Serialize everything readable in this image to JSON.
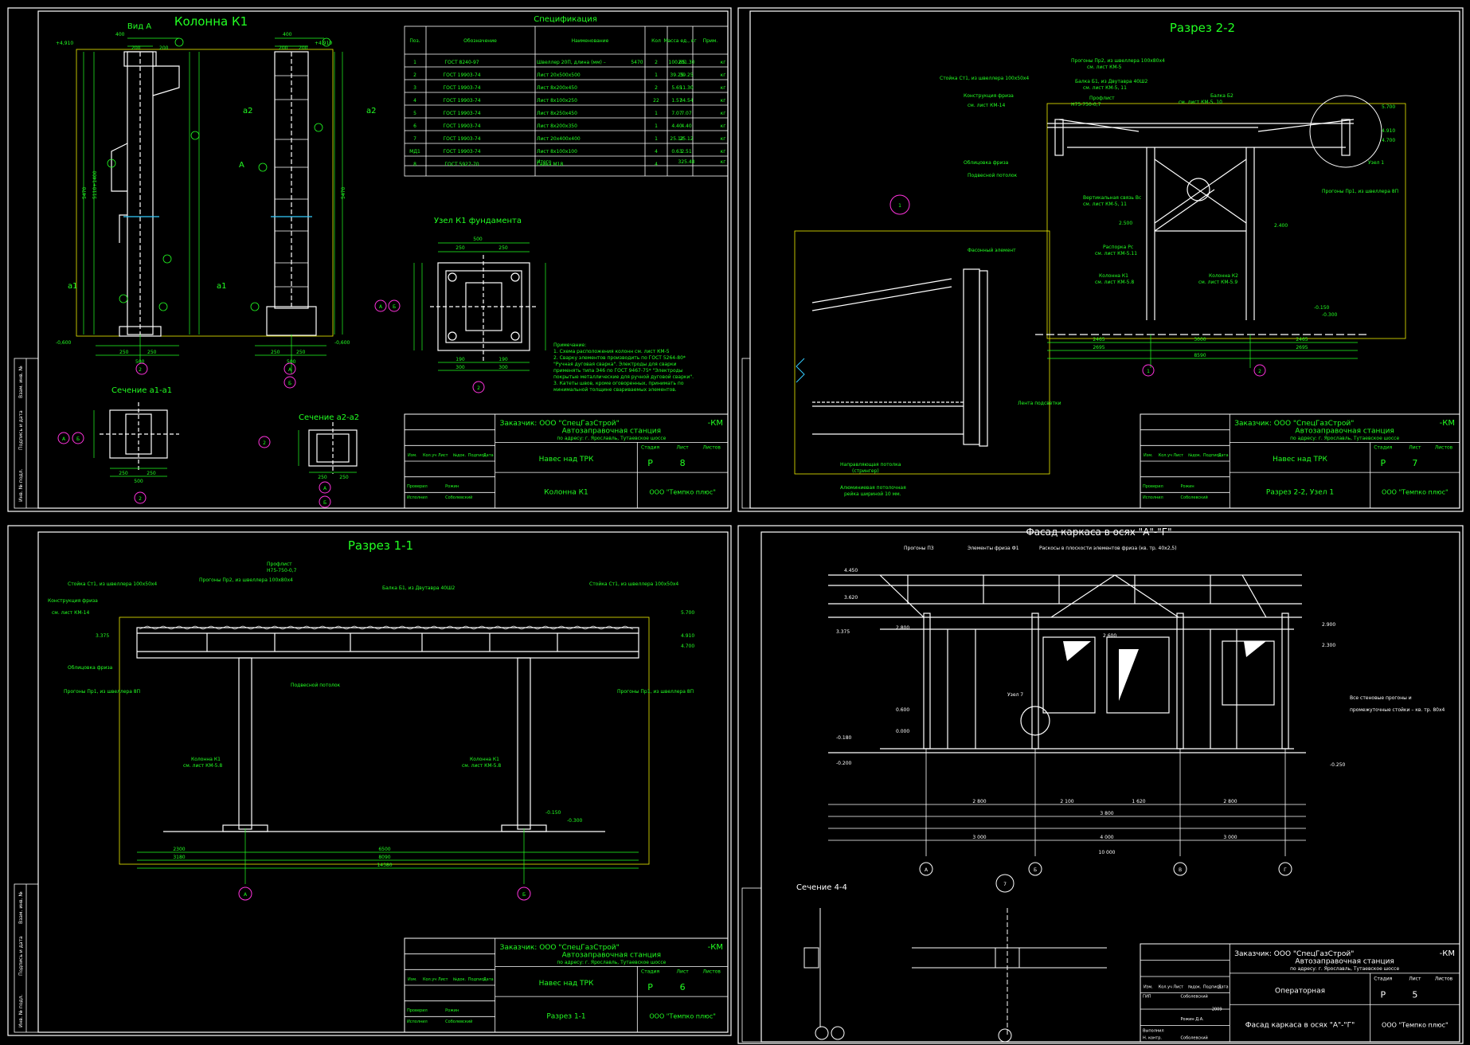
{
  "sheets": [
    {
      "title": "Колонна К1",
      "views": [
        "Вид А",
        "Сечение а1-а1",
        "Сечение а2-а2",
        "Узел К1 фундамента"
      ],
      "spec": {
        "title": "Спецификация",
        "headers": [
          "Поз.",
          "Обозначение",
          "Наименование",
          "Кол",
          "Масса ед., кг",
          "Прим."
        ],
        "rows": [
          [
            "1",
            "ГОСТ 8240-97",
            "Швеллер 20П, длина (мм) –",
            "5470",
            "2",
            "100.65",
            "201.30",
            "кг"
          ],
          [
            "2",
            "ГОСТ 19903-74",
            "Лист 20х500х500",
            "",
            "1",
            "39.25",
            "39.25",
            "кг"
          ],
          [
            "3",
            "ГОСТ 19903-74",
            "Лист 8х200х450",
            "",
            "2",
            "5.65",
            "11.30",
            "кг"
          ],
          [
            "4",
            "ГОСТ 19903-74",
            "Лист 8х100х250",
            "",
            "22",
            "1.57",
            "34.54",
            "кг"
          ],
          [
            "5",
            "ГОСТ 19903-74",
            "Лист 8х250х450",
            "",
            "1",
            "7.07",
            "7.07",
            "кг"
          ],
          [
            "6",
            "ГОСТ 19903-74",
            "Лист 8х200х350",
            "",
            "1",
            "4.40",
            "4.40",
            "кг"
          ],
          [
            "7",
            "ГОСТ 19903-74",
            "Лист 20х400х400",
            "",
            "1",
            "25.12",
            "25.12",
            "кг"
          ],
          [
            "МД1",
            "ГОСТ 19903-74",
            "Лист 8х100х100",
            "",
            "4",
            "0.63",
            "2.51",
            "кг"
          ],
          [
            "8",
            "ГОСТ 5927-70",
            "Гайка М18",
            "",
            "4",
            "",
            "",
            ""
          ],
          [
            "",
            "",
            "Итого",
            "",
            "",
            "",
            "325.48",
            "кг"
          ]
        ]
      },
      "notes": [
        "Примечание:",
        "1. Схема расположения колонн см. лист КМ-5",
        "2. Сварку элементов производить по ГОСТ 5264-80*",
        "\"Ручная дуговая сварка\". Электроды для сварки",
        "применять типа Э46 по ГОСТ 9467-75* \"Электроды",
        "покрытые металлические для ручной дуговой сварки\".",
        "3. Катеты швов, кроме оговоренных, принимать по",
        "минимальной толщине свариваемых элементов."
      ],
      "stamp": {
        "customer": "Заказчик: ООО \"СпецГазСтрой\"",
        "code": "-КМ",
        "project": "Автозаправочная станция",
        "address": "по адресу: г. Ярославль, Тутаевское шоссе",
        "object": "Навес над ТРК",
        "sheet_name": "Колонна К1",
        "stage": "Р",
        "sheet": "8",
        "org": "ООО \"Темпко плюс\"",
        "checked": "Проверил",
        "checker": "Рожин",
        "executor": "Исполнил",
        "executor_name": "Соболевский"
      }
    },
    {
      "title": "Разрез 2-2",
      "labels": [
        "Прогоны Пр2, из швеллера 100х80х4",
        "см. лист КМ-5",
        "Стойка Ст1, из швеллера 100х50х4",
        "Конструкция фриза",
        "см. лист КМ-14",
        "Балка Б1, из Двутавра 40Ш2",
        "см. лист КМ-5, 11",
        "Профлист",
        "Н75-750-0,7",
        "Балка Б2",
        "см. лист КМ-5, 10",
        "Облицовка фриза",
        "Подвесной потолок",
        "Вертикальная связь Вс",
        "см. лист КМ-5, 11",
        "Распорка Рс",
        "см. лист КМ-5.11",
        "Колонна К1",
        "см. лист КМ-5.8",
        "Колонна К2",
        "см. лист КМ-5.9",
        "Прогоны Пр1, из швеллера 8П",
        "Узел 1",
        "Фасонный элемент",
        "Лента подсветки",
        "Направляющая потолка",
        "(стрингер)",
        "Алюминиевая потолочная",
        "рейка шириной 10 мм."
      ],
      "dims": [
        "2465",
        "3000",
        "2465",
        "2695",
        "2695",
        "8590",
        "5.700",
        "4.910",
        "4.700",
        "-0.150",
        "-0.300",
        "2.500",
        "2.400"
      ],
      "stamp": {
        "customer": "Заказчик: ООО \"СпецГазСтрой\"",
        "code": "-КМ",
        "project": "Автозаправочная станция",
        "address": "по адресу: г. Ярославль, Тутаевское шоссе",
        "object": "Навес над ТРК",
        "sheet_name": "Разрез 2-2, Узел 1",
        "stage": "Р",
        "sheet": "7",
        "org": "ООО \"Темпко плюс\"",
        "checked": "Проверил",
        "checker": "Рожин",
        "executor": "Исполнил",
        "executor_name": "Соболевский"
      }
    },
    {
      "title": "Разрез 1-1",
      "dims": [
        "2300",
        "3180",
        "6500",
        "8090",
        "14380",
        "5.700",
        "4.910",
        "4.700",
        "3.375",
        "-0.150",
        "-0.300"
      ],
      "stamp": {
        "customer": "Заказчик: ООО \"СпецГазСтрой\"",
        "code": "-КМ",
        "project": "Автозаправочная станция",
        "address": "по адресу: г. Ярославль, Тутаевское шоссе",
        "object": "Навес над ТРК",
        "sheet_name": "Разрез 1-1",
        "stage": "Р",
        "sheet": "6",
        "org": "ООО \"Темпко плюс\"",
        "checked": "Проверил",
        "checker": "Рожин",
        "executor": "Исполнил",
        "executor_name": "Соболевский"
      }
    },
    {
      "title": "Фасад каркаса в осях \"А\"-\"Г\"",
      "labels": [
        "Прогоны П3",
        "Элементы фриза Ф1",
        "Раскосы в плоскости элементов фриза (кв. тр. 40х2,5)",
        "Узел 7",
        "Все стеновые прогоны и",
        "промежуточные стойки – кв. тр. 80х4",
        "Сечение 4-4"
      ],
      "dims": [
        "2 800",
        "2 100",
        "1 620",
        "2 800",
        "3 800",
        "3 000",
        "4 000",
        "3 000",
        "10 000",
        "4.450",
        "3.620",
        "3.375",
        "2.800",
        "2.900",
        "2.600",
        "2.300",
        "0.600",
        "0.000",
        "-0.180",
        "-0.200",
        "-0.250"
      ],
      "axes": [
        "А",
        "Б",
        "В",
        "Г"
      ],
      "stamp": {
        "customer": "Заказчик: ООО \"СпецГазСтрой\"",
        "code": "-КМ",
        "project": "Автозаправочная станция",
        "address": "по адресу: г. Ярославль, Тутаевское шоссе",
        "object": "Операторная",
        "sheet_name": "Фасад каркаса в осях \"А\"-\"Г\"",
        "stage": "Р",
        "sheet": "5",
        "org": "ООО \"Темпко плюс\"",
        "checker": "Рожин Д.А.",
        "year": "2009",
        "executor": "Выполнил",
        "gip": "ГИП",
        "gip_name": "Соболевский",
        "nkontr": "Н. контр.",
        "nkontr_name": "Соболевский"
      }
    }
  ],
  "stamp_headers": [
    "Изм.",
    "Кол.уч",
    "Лист",
    "№док.",
    "Подпись",
    "Дата"
  ],
  "stamp_cols": [
    "Стадия",
    "Лист",
    "Листов"
  ],
  "side_labels": [
    "Взам. инв. №",
    "Подпись и дата",
    "Инв. № подл."
  ]
}
